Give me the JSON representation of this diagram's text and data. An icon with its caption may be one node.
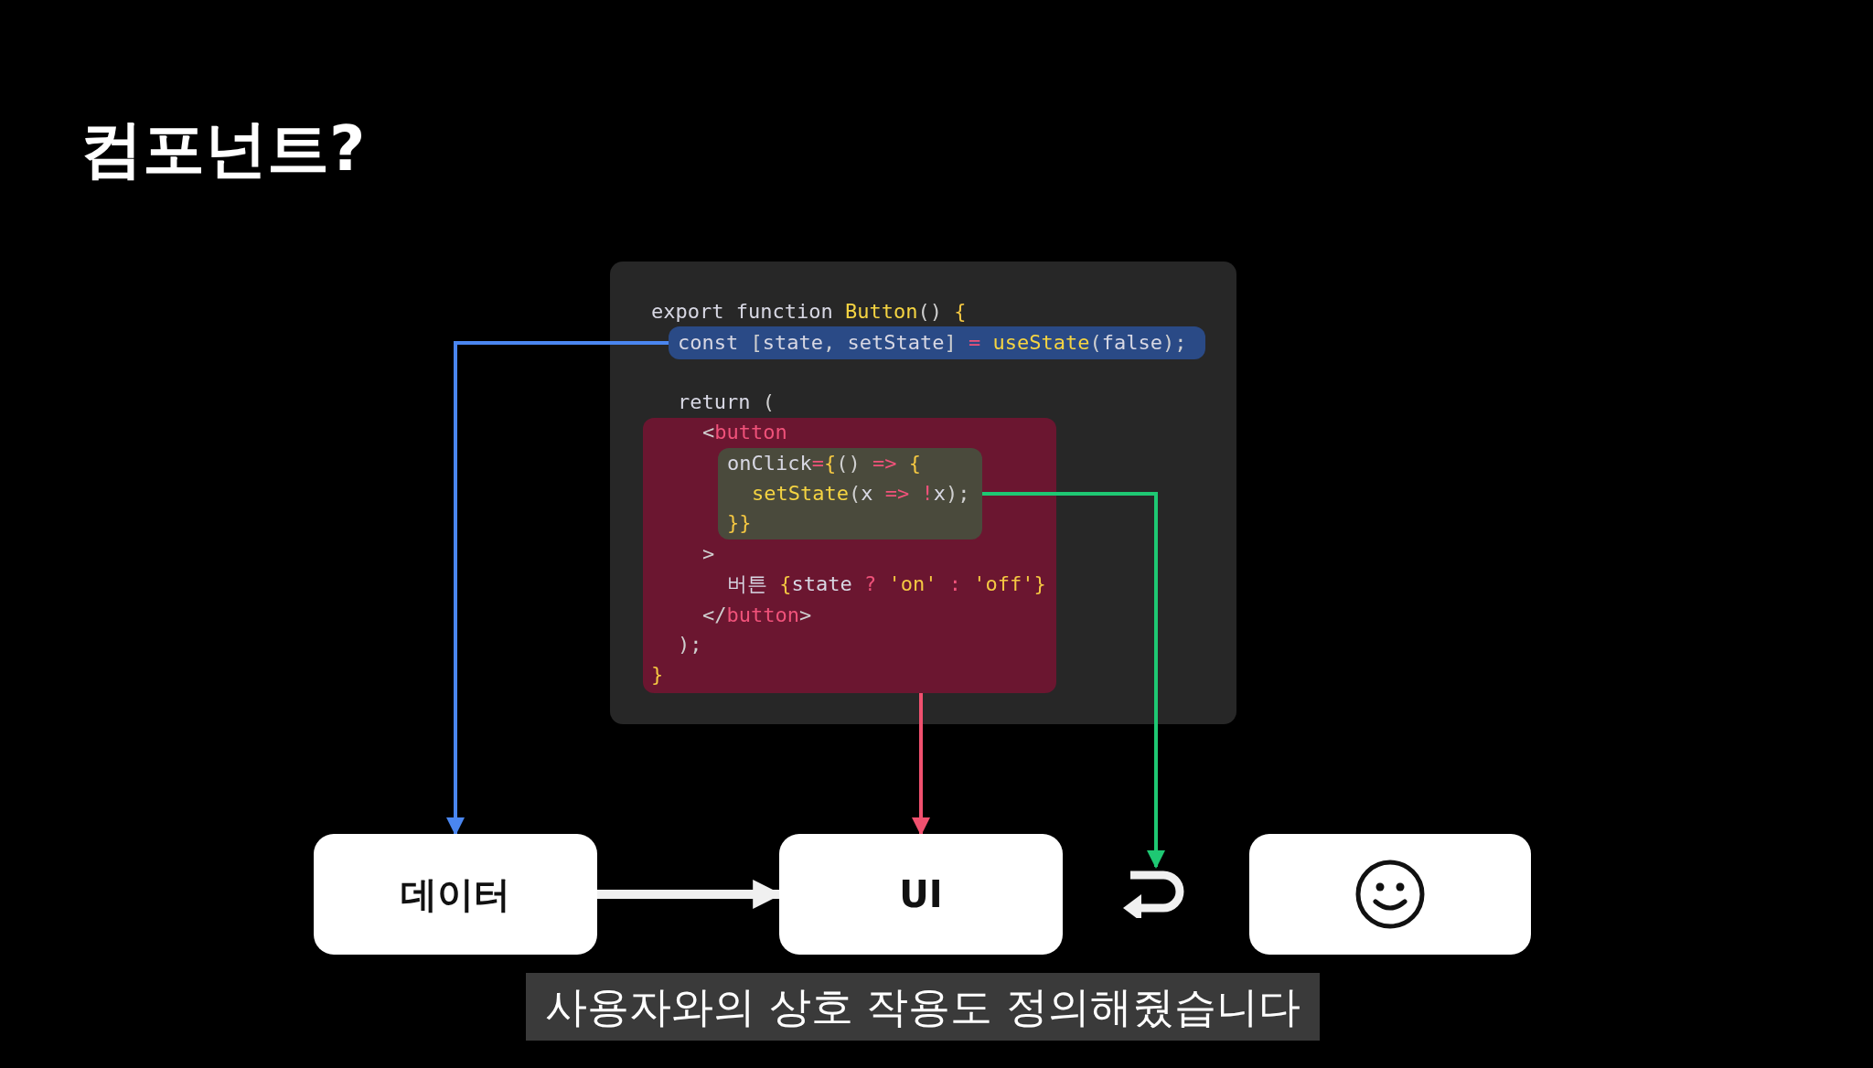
{
  "diagram": {
    "title": "컴포넌트?",
    "caption": "사용자와의 상호 작용도 정의해줬습니다",
    "nodes": [
      {
        "text": [
          "export function Button() {",
          "return ("
        ]
      },
      {
        "text": [
          "const [state, setState] = useState(false);"
        ],
        "in": 0
      },
      {
        "text": [
          "<button",
          ">",
          "버튼 {state ? 'on' : 'off'}",
          "</button>",
          ");",
          "}"
        ],
        "in": 0
      },
      {
        "text": [
          "onClick={() => {",
          "setState(x => !x);",
          "}}"
        ],
        "in": 2
      },
      {
        "text": [
          "데이터"
        ]
      },
      {
        "text": [
          "UI"
        ]
      },
      {
        "text": [],
        "shape": "arrow"
      },
      {
        "text": [],
        "shape": "box"
      }
    ],
    "edges": [
      {
        "from": 1,
        "to": 4,
        "arrow": "to",
        "color": "#4a86f0"
      },
      {
        "from": 2,
        "to": 5,
        "arrow": "to",
        "color": "#f0506e"
      },
      {
        "from": 3,
        "to": 6,
        "arrow": "to",
        "color": "#1ec873"
      },
      {
        "from": 4,
        "to": 5,
        "arrow": "to",
        "style": "thick",
        "color": "#f0f0f0"
      }
    ]
  }
}
